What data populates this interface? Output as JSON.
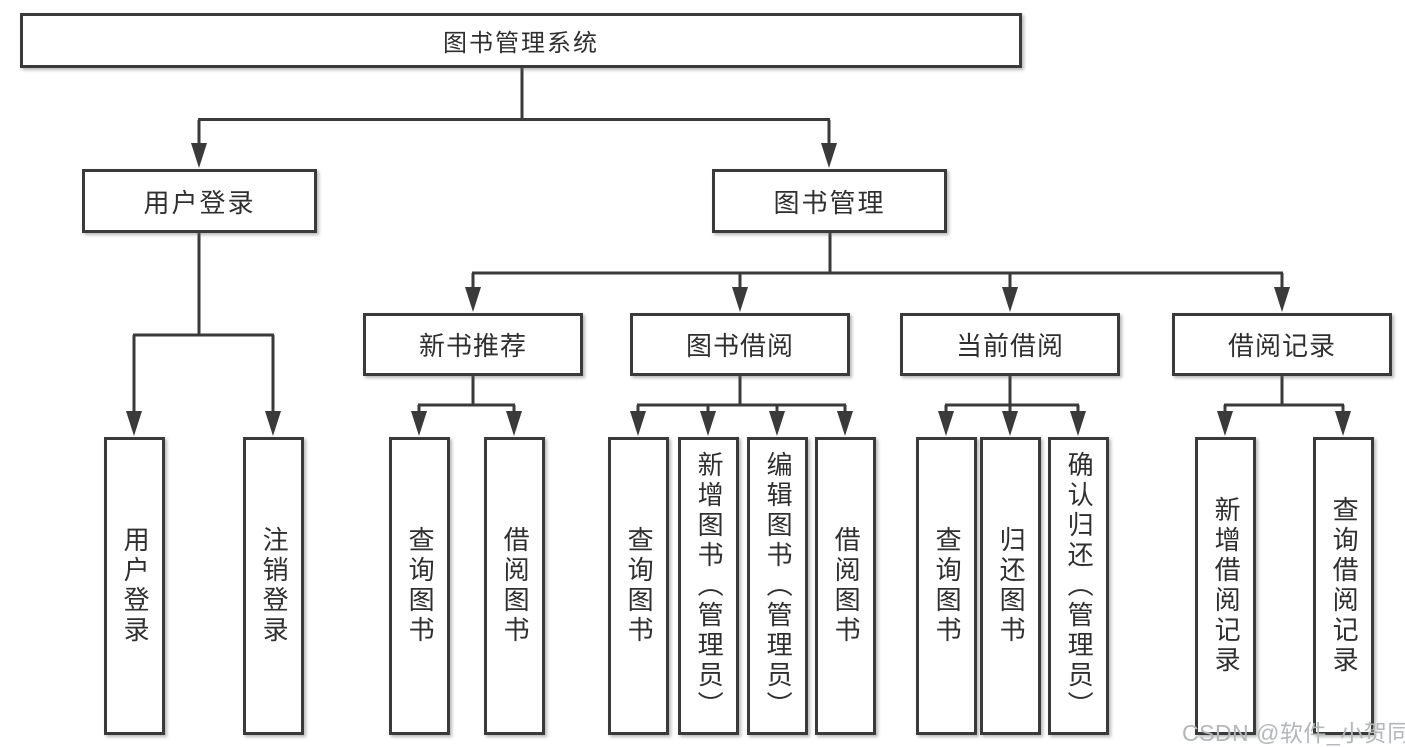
{
  "tree": {
    "root": {
      "label": "图书管理系统"
    },
    "branches": [
      {
        "label": "用户登录",
        "children": [
          {
            "label": "用户登录"
          },
          {
            "label": "注销登录"
          }
        ]
      },
      {
        "label": "图书管理",
        "sections": [
          {
            "label": "新书推荐",
            "children": [
              {
                "label": "查询图书"
              },
              {
                "label": "借阅图书"
              }
            ]
          },
          {
            "label": "图书借阅",
            "children": [
              {
                "label": "查询图书"
              },
              {
                "label": "新增图书（管理员）"
              },
              {
                "label": "编辑图书（管理员）"
              },
              {
                "label": "借阅图书"
              }
            ]
          },
          {
            "label": "当前借阅",
            "children": [
              {
                "label": "查询图书"
              },
              {
                "label": "归还图书"
              },
              {
                "label": "确认归还（管理员）"
              }
            ]
          },
          {
            "label": "借阅记录",
            "children": [
              {
                "label": "新增借阅记录"
              },
              {
                "label": "查询借阅记录"
              }
            ]
          }
        ]
      }
    ]
  },
  "watermark": {
    "text": "CSDN @软件_小贺同学"
  },
  "colors": {
    "line": "#3a3a3a",
    "text": "#2f2f2f",
    "box_background": "#ffffff",
    "page_background": "#ffffff",
    "watermark": "#b4b7ba"
  }
}
